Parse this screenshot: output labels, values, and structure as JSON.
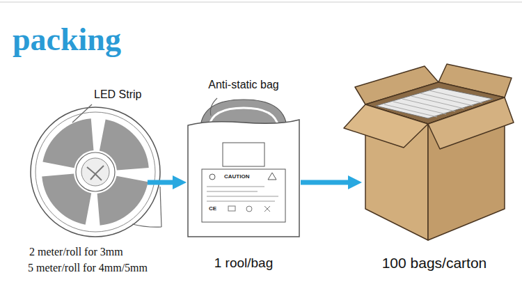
{
  "diagram": {
    "title": "packing",
    "nodes": [
      {
        "text": [
          "LED Strip",
          "2 meter/roll for 3mm",
          "5 meter/roll for 4mm/5mm"
        ]
      },
      {
        "text": [
          "Anti-static bag",
          "1 rool/bag"
        ]
      },
      {
        "text": [
          "100 bags/carton"
        ]
      }
    ],
    "edges": [
      {
        "from": 0,
        "to": 1,
        "arrow": "to"
      },
      {
        "from": 1,
        "to": 2,
        "arrow": "to"
      }
    ],
    "labels": [
      "CAUTION",
      "CE"
    ]
  }
}
